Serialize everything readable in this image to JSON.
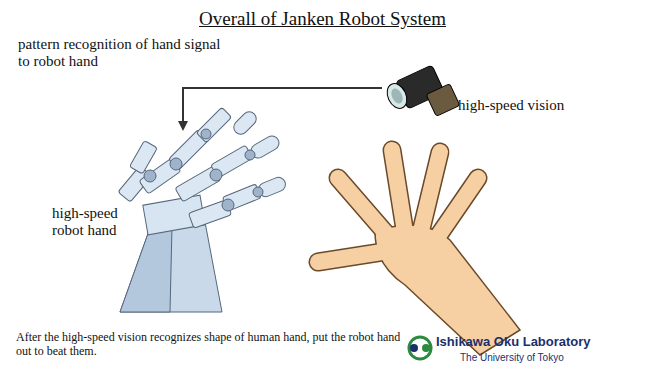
{
  "diagram": {
    "title": "Overall of Janken Robot System",
    "caption": "After the high-speed vision recognizes shape of human hand, put the robot hand out to beat them.",
    "labels": [
      "pattern recognition of hand signal to robot hand",
      "high-speed vision",
      "high-speed robot hand",
      "Ishikawa Oku Laboratory",
      "The University of Tokyo"
    ]
  }
}
